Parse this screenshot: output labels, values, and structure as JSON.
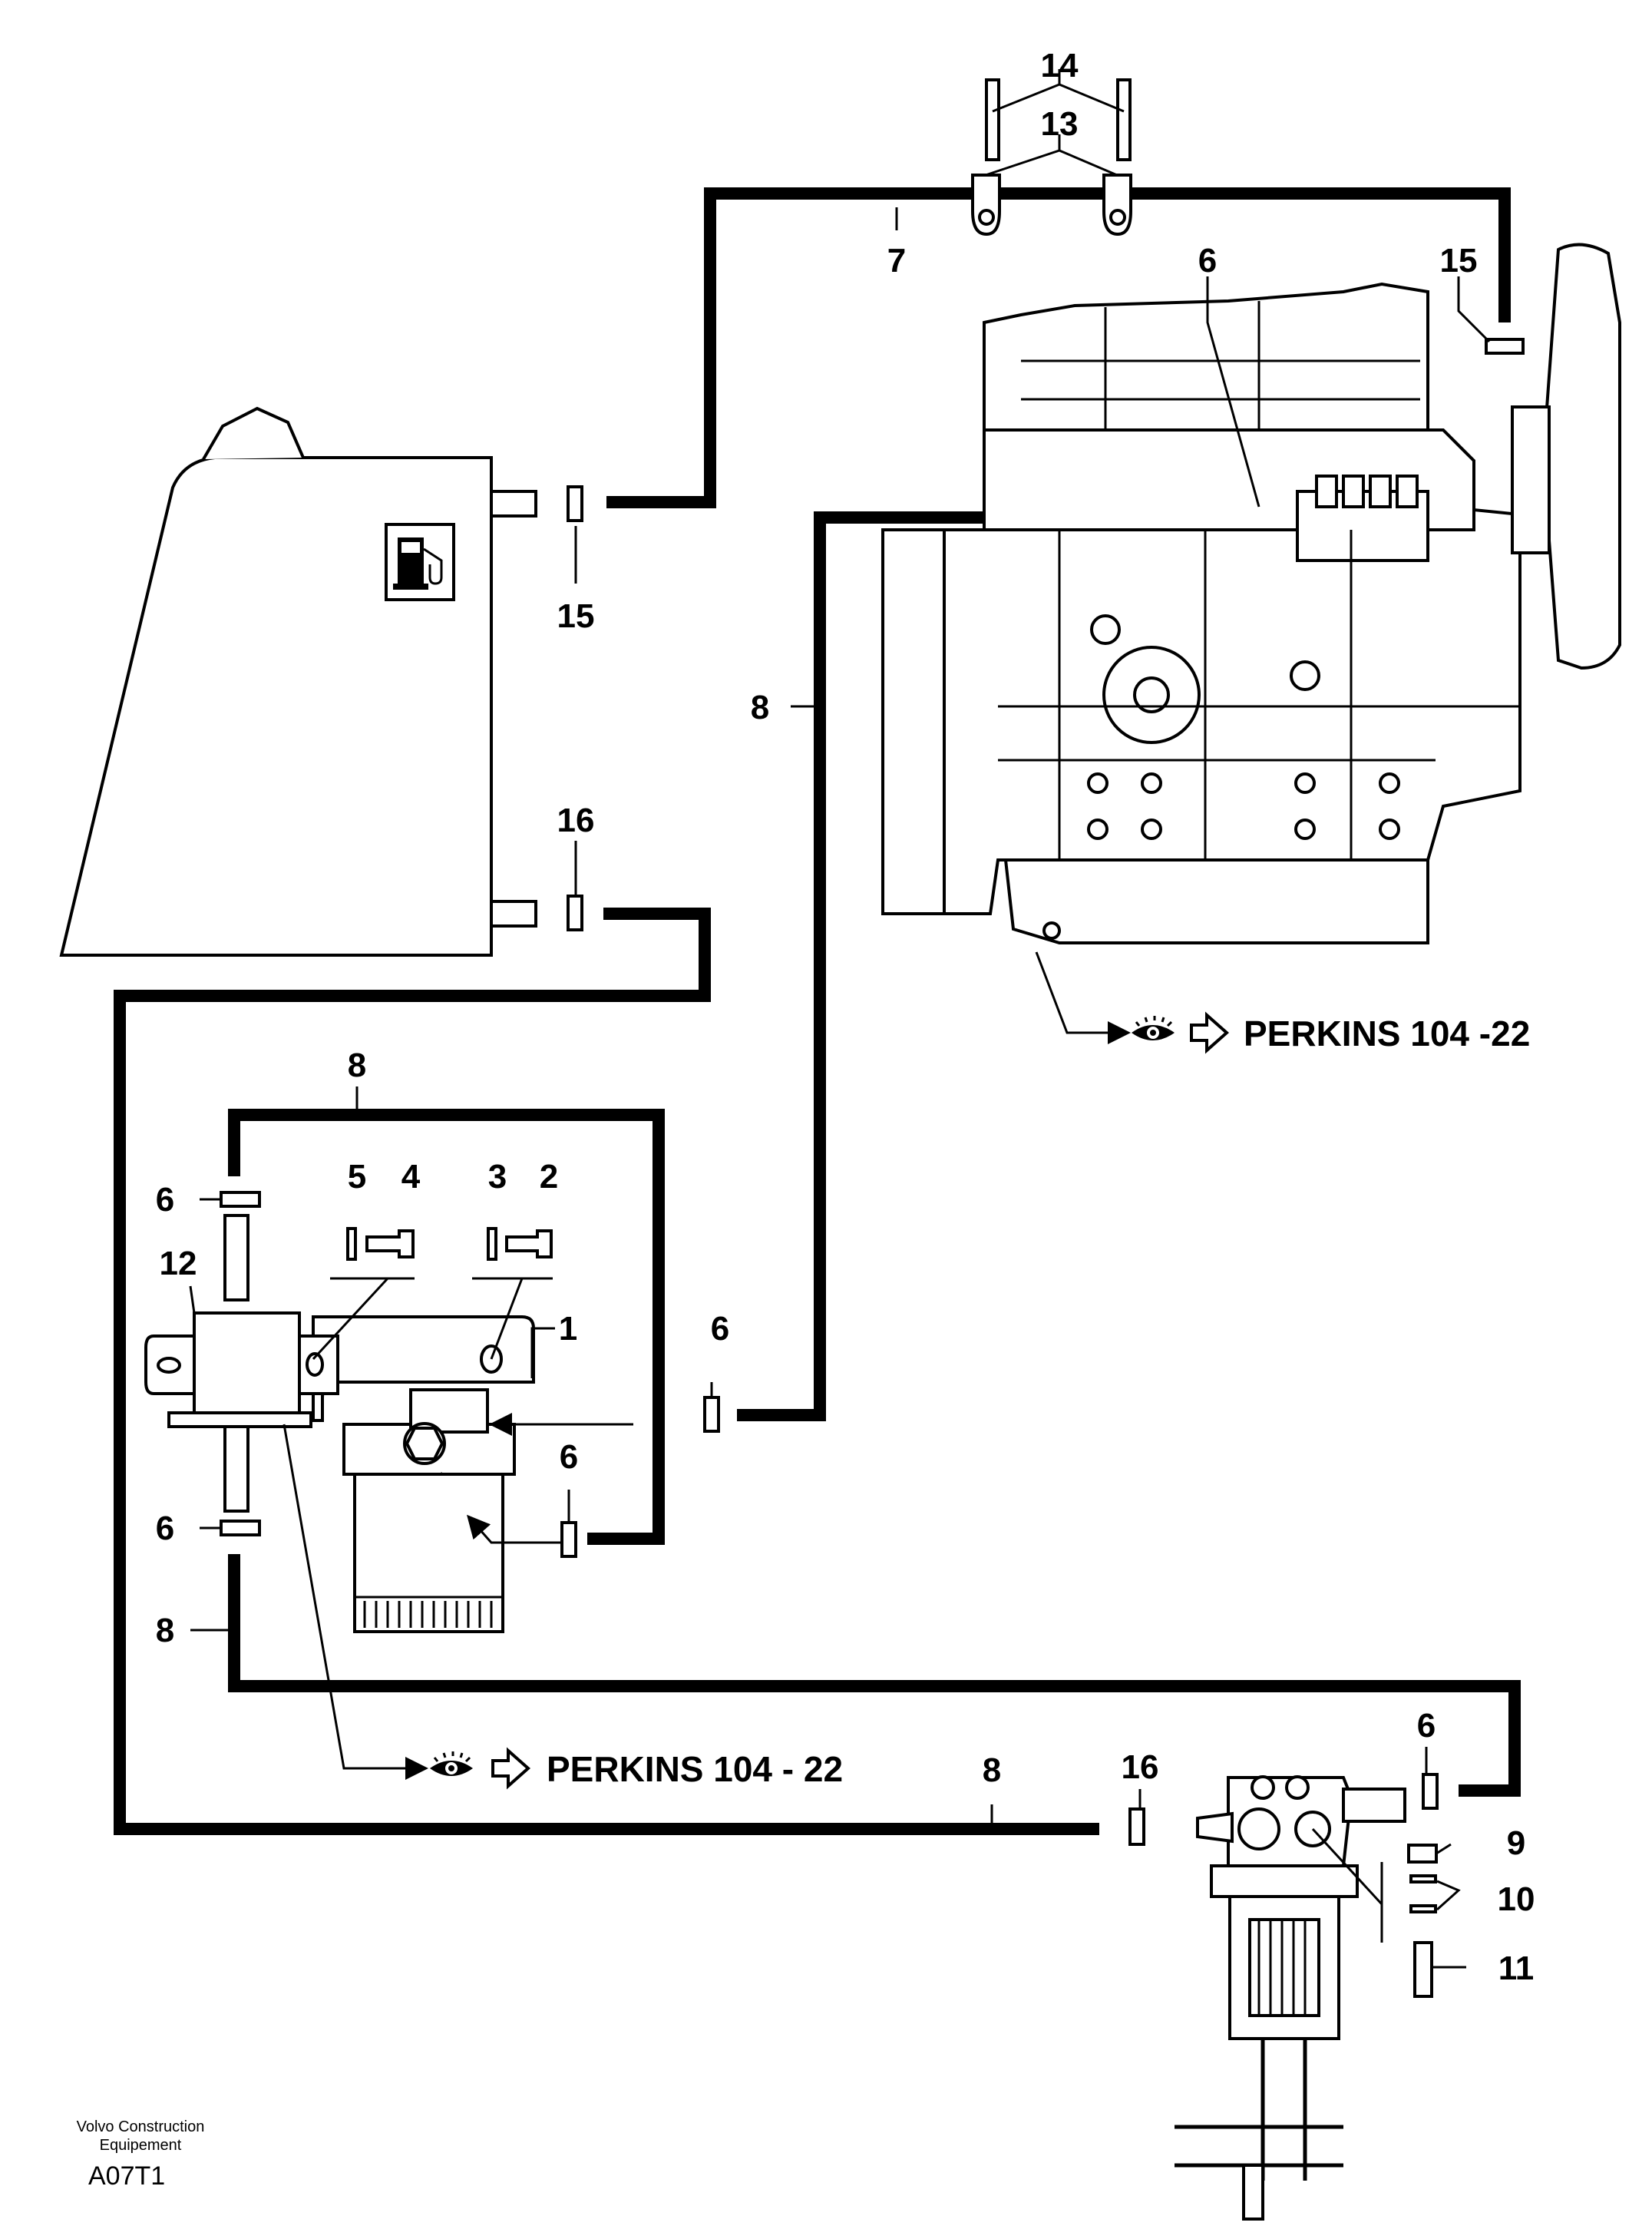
{
  "callouts": {
    "c1": "1",
    "c2": "2",
    "c3": "3",
    "c4": "4",
    "c5": "5",
    "c6": "6",
    "c7": "7",
    "c8": "8",
    "c9": "9",
    "c10": "10",
    "c11": "11",
    "c12": "12",
    "c13": "13",
    "c14": "14",
    "c15": "15",
    "c16": "16"
  },
  "references": {
    "engine_ref": "PERKINS 104 -22",
    "filter_ref": "PERKINS 104 - 22",
    "ref_icons": [
      "eye-icon",
      "hollow-arrow-icon"
    ]
  },
  "footer": {
    "company_line1": "Volvo Construction",
    "company_line2": "Equipement",
    "drawing_code": "A07T1"
  }
}
